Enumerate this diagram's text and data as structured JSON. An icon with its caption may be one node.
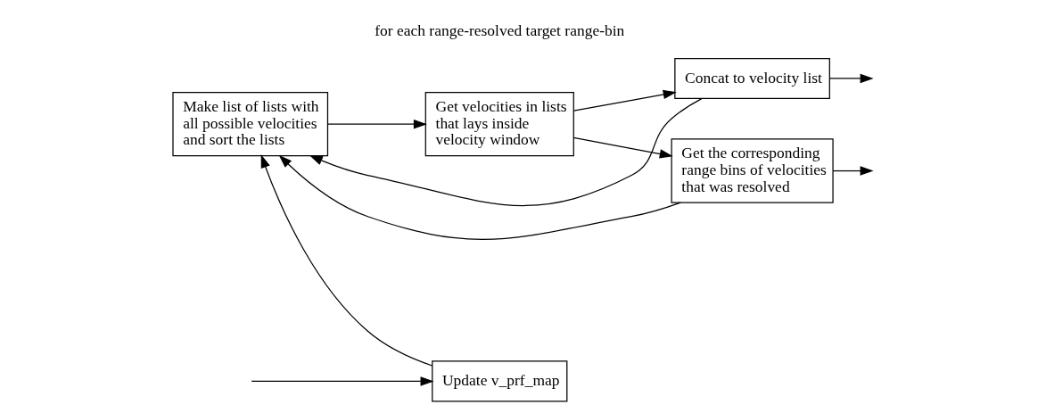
{
  "diagram": {
    "nodes": [
      {
        "text": [
          "Make list of lists with all possible velocities and sort the lists"
        ]
      },
      {
        "text": [
          "Get velocities in lists that lays inside velocity window"
        ]
      },
      {
        "text": [
          "Concat to velocity list"
        ]
      },
      {
        "text": [
          "Get the corresponding range bins of velocities that was resolved"
        ]
      },
      {
        "text": [
          "Update v_prf_map"
        ]
      }
    ],
    "edges": [
      {
        "from": null,
        "to": 4,
        "arrow": "to"
      },
      {
        "from": 4,
        "to": 0,
        "arrow": "to"
      },
      {
        "from": 0,
        "to": 1,
        "arrow": "to"
      },
      {
        "from": 1,
        "to": 2,
        "arrow": "to"
      },
      {
        "from": 1,
        "to": 3,
        "arrow": "to"
      },
      {
        "from": 2,
        "to": null,
        "arrow": "to"
      },
      {
        "from": 3,
        "to": null,
        "arrow": "to"
      },
      {
        "from": 2,
        "to": 0,
        "arrow": "to"
      },
      {
        "from": 3,
        "to": 0,
        "arrow": "to"
      }
    ],
    "labels": [
      "for each range-resolved target range-bin"
    ]
  }
}
